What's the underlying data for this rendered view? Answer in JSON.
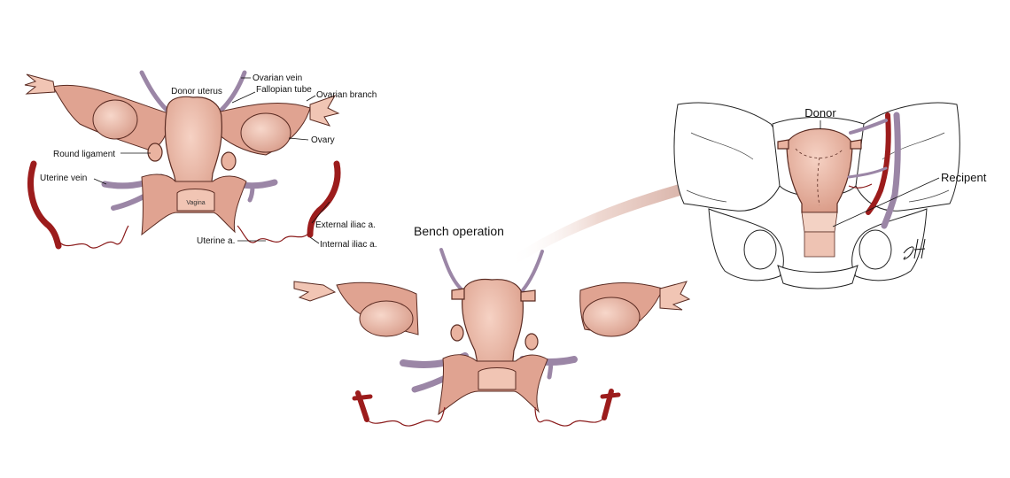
{
  "figure": {
    "panel_left": {
      "labels": {
        "donor_uterus": "Donor uterus",
        "ovarian_vein": "Ovarian vein",
        "fallopian_tube": "Fallopian tube",
        "ovarian_branch": "Ovarian branch",
        "ovary": "Ovary",
        "round_ligament": "Round ligament",
        "uterine_vein": "Uterine vein",
        "vagina": "Vagina",
        "uterine_artery": "Uterine a.",
        "external_iliac": "External iliac a.",
        "internal_iliac": "Internal iliac a."
      }
    },
    "panel_middle": {
      "title": "Bench operation"
    },
    "panel_right": {
      "donor": "Donor",
      "recipient": "Recipent",
      "signature": "SH"
    }
  },
  "colors": {
    "uterus": "#eab3a0",
    "vein": "#9b86a6",
    "artery": "#9c1c1c",
    "arrow": "#c89a8c"
  }
}
